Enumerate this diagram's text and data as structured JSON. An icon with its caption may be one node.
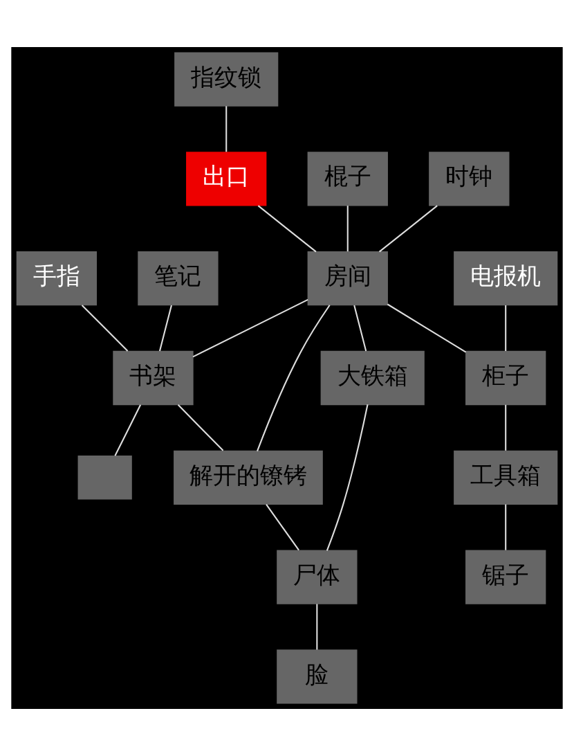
{
  "diagram": {
    "nodes": [
      {
        "text": [
          "指纹锁"
        ]
      },
      {
        "text": [
          "手指"
        ]
      },
      {
        "text": [
          "出口"
        ]
      },
      {
        "text": [
          "棍子"
        ]
      },
      {
        "text": [
          "笔记"
        ]
      },
      {
        "text": [
          "时钟"
        ]
      },
      {
        "text": [
          "书架"
        ]
      },
      {
        "text": [],
        "shape": "box"
      },
      {
        "text": [
          "房间"
        ]
      },
      {
        "text": [
          "电报机"
        ]
      },
      {
        "text": [
          "解开的镣铐"
        ]
      },
      {
        "text": [
          "柜子"
        ]
      },
      {
        "text": [
          "大铁箱"
        ]
      },
      {
        "text": [
          "工具箱"
        ]
      },
      {
        "text": [
          "尸体"
        ]
      },
      {
        "text": [
          "锯子"
        ]
      },
      {
        "text": [
          "脸"
        ]
      }
    ],
    "edges": [
      {
        "from": 0,
        "to": 2,
        "arrow": "none"
      },
      {
        "from": 2,
        "to": 8,
        "arrow": "none"
      },
      {
        "from": 1,
        "to": 6,
        "arrow": "none"
      },
      {
        "from": 4,
        "to": 6,
        "arrow": "none"
      },
      {
        "from": 6,
        "to": 7,
        "arrow": "none"
      },
      {
        "from": 3,
        "to": 8,
        "arrow": "none"
      },
      {
        "from": 5,
        "to": 8,
        "arrow": "none"
      },
      {
        "from": 8,
        "to": 6,
        "arrow": "none"
      },
      {
        "from": 8,
        "to": 10,
        "arrow": "none"
      },
      {
        "from": 6,
        "to": 10,
        "arrow": "none"
      },
      {
        "from": 8,
        "to": 11,
        "arrow": "none"
      },
      {
        "from": 9,
        "to": 11,
        "arrow": "none"
      },
      {
        "from": 8,
        "to": 12,
        "arrow": "none"
      },
      {
        "from": 10,
        "to": 14,
        "arrow": "none"
      },
      {
        "from": 12,
        "to": 14,
        "arrow": "none"
      },
      {
        "from": 11,
        "to": 13,
        "arrow": "none"
      },
      {
        "from": 13,
        "to": 15,
        "arrow": "none"
      },
      {
        "from": 14,
        "to": 16,
        "arrow": "none"
      }
    ]
  }
}
